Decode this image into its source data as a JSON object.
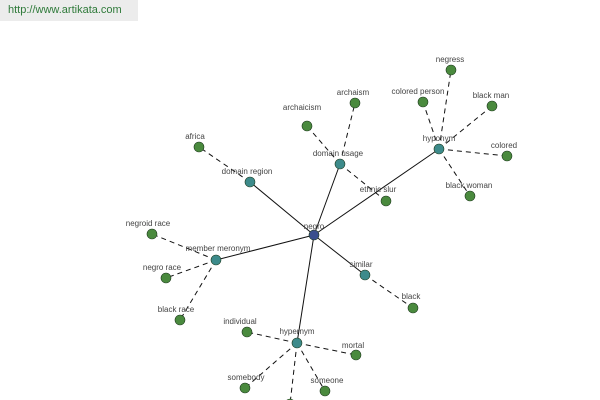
{
  "site_url": "http://www.artikata.com",
  "colors": {
    "center": "#3a4f8e",
    "relation": "#3d8b8b",
    "leaf": "#4a8a3e",
    "edge": "#111111",
    "label": "#444444"
  },
  "nodes": [
    {
      "id": "negro",
      "label": "negro",
      "kind": "center"
    },
    {
      "id": "domain_region",
      "label": "domain region",
      "kind": "relation"
    },
    {
      "id": "domain_usage",
      "label": "domain usage",
      "kind": "relation"
    },
    {
      "id": "hyponym",
      "label": "hyponym",
      "kind": "relation"
    },
    {
      "id": "member_meronym",
      "label": "member meronym",
      "kind": "relation"
    },
    {
      "id": "similar",
      "label": "similar",
      "kind": "relation"
    },
    {
      "id": "hypernym",
      "label": "hypernym",
      "kind": "relation"
    },
    {
      "id": "africa",
      "label": "africa",
      "kind": "leaf"
    },
    {
      "id": "archaicism",
      "label": "archaicism",
      "kind": "leaf"
    },
    {
      "id": "archaism",
      "label": "archaism",
      "kind": "leaf"
    },
    {
      "id": "ethnic_slur",
      "label": "ethnic slur",
      "kind": "leaf"
    },
    {
      "id": "negress",
      "label": "negress",
      "kind": "leaf"
    },
    {
      "id": "colored_person",
      "label": "colored person",
      "kind": "leaf"
    },
    {
      "id": "black_man",
      "label": "black man",
      "kind": "leaf"
    },
    {
      "id": "colored",
      "label": "colored",
      "kind": "leaf"
    },
    {
      "id": "black_woman",
      "label": "black woman",
      "kind": "leaf"
    },
    {
      "id": "negroid_race",
      "label": "negroid race",
      "kind": "leaf"
    },
    {
      "id": "negro_race",
      "label": "negro race",
      "kind": "leaf"
    },
    {
      "id": "black_race",
      "label": "black race",
      "kind": "leaf"
    },
    {
      "id": "black",
      "label": "black",
      "kind": "leaf"
    },
    {
      "id": "individual",
      "label": "individual",
      "kind": "leaf"
    },
    {
      "id": "mortal",
      "label": "mortal",
      "kind": "leaf"
    },
    {
      "id": "somebody",
      "label": "somebody",
      "kind": "leaf"
    },
    {
      "id": "someone",
      "label": "someone",
      "kind": "leaf"
    },
    {
      "id": "offscreen_leaf",
      "label": "",
      "kind": "leaf"
    }
  ],
  "edges": [
    {
      "from": "negro",
      "to": "domain_region",
      "style": "solid"
    },
    {
      "from": "negro",
      "to": "domain_usage",
      "style": "solid"
    },
    {
      "from": "negro",
      "to": "hyponym",
      "style": "solid"
    },
    {
      "from": "negro",
      "to": "member_meronym",
      "style": "solid"
    },
    {
      "from": "negro",
      "to": "similar",
      "style": "solid"
    },
    {
      "from": "negro",
      "to": "hypernym",
      "style": "solid"
    },
    {
      "from": "domain_region",
      "to": "africa",
      "style": "dashed"
    },
    {
      "from": "domain_usage",
      "to": "archaicism",
      "style": "dashed"
    },
    {
      "from": "domain_usage",
      "to": "archaism",
      "style": "dashed"
    },
    {
      "from": "domain_usage",
      "to": "ethnic_slur",
      "style": "dashed"
    },
    {
      "from": "hyponym",
      "to": "negress",
      "style": "dashed"
    },
    {
      "from": "hyponym",
      "to": "colored_person",
      "style": "dashed"
    },
    {
      "from": "hyponym",
      "to": "black_man",
      "style": "dashed"
    },
    {
      "from": "hyponym",
      "to": "colored",
      "style": "dashed"
    },
    {
      "from": "hyponym",
      "to": "black_woman",
      "style": "dashed"
    },
    {
      "from": "member_meronym",
      "to": "negroid_race",
      "style": "dashed"
    },
    {
      "from": "member_meronym",
      "to": "negro_race",
      "style": "dashed"
    },
    {
      "from": "member_meronym",
      "to": "black_race",
      "style": "dashed"
    },
    {
      "from": "similar",
      "to": "black",
      "style": "dashed"
    },
    {
      "from": "hypernym",
      "to": "individual",
      "style": "dashed"
    },
    {
      "from": "hypernym",
      "to": "mortal",
      "style": "dashed"
    },
    {
      "from": "hypernym",
      "to": "somebody",
      "style": "dashed"
    },
    {
      "from": "hypernym",
      "to": "someone",
      "style": "dashed"
    },
    {
      "from": "hypernym",
      "to": "offscreen_leaf",
      "style": "dashed"
    }
  ]
}
